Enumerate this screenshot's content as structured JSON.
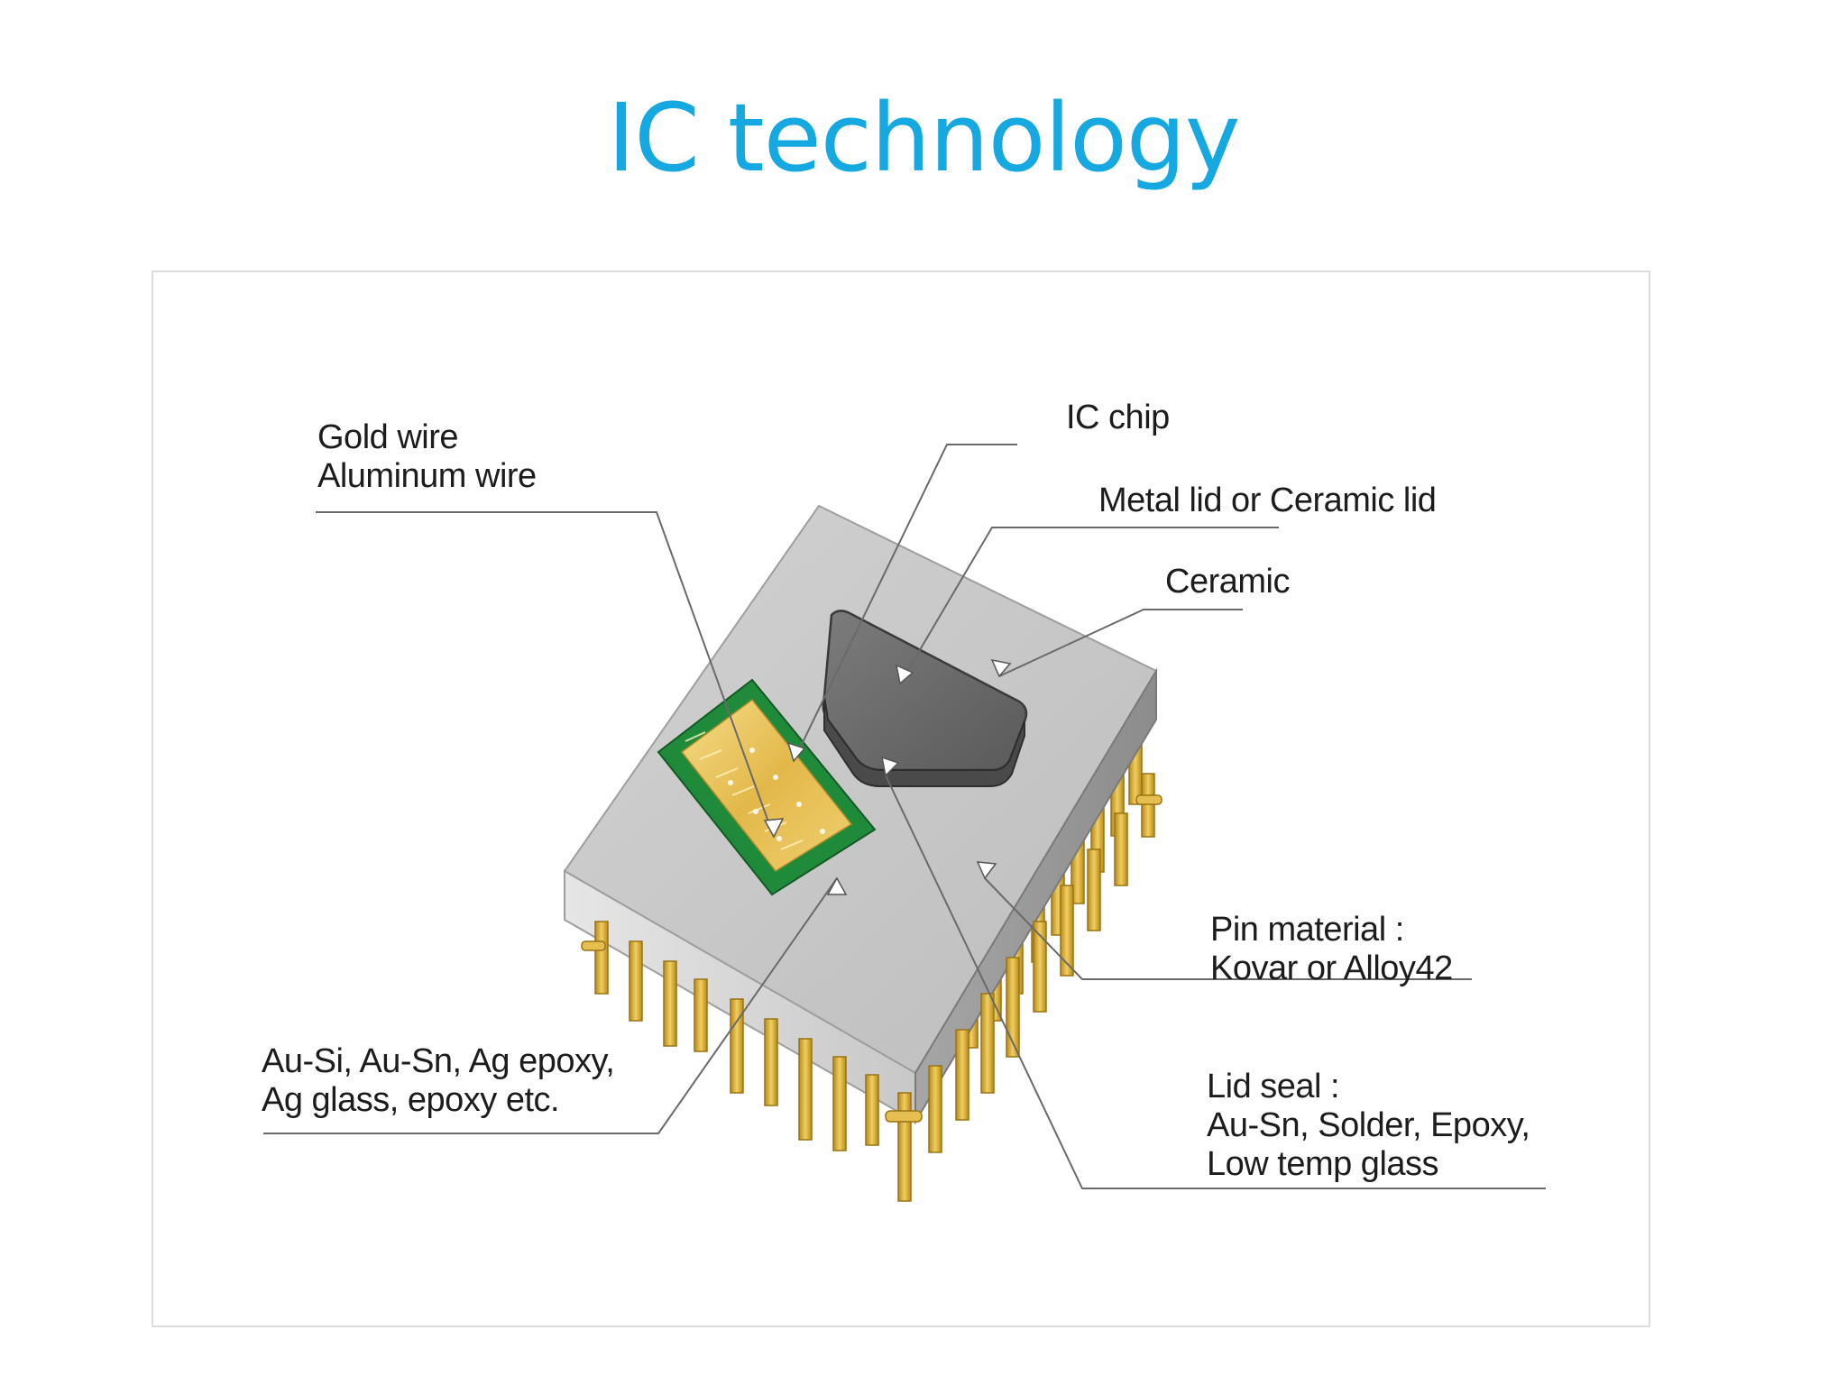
{
  "title": "IC technology",
  "colors": {
    "title": "#16a8e0",
    "ceramic": "#c9c9c9",
    "lid": "#6e6e6e",
    "substrate": "#1f8a3a",
    "chip": "#e8c25a",
    "pins": "#d4a82c"
  },
  "labels": {
    "gold_wire": [
      "Gold wire",
      "Aluminum wire"
    ],
    "ic_chip": [
      "IC chip"
    ],
    "metal_lid": [
      "Metal lid or Ceramic lid"
    ],
    "ceramic": [
      "Ceramic"
    ],
    "pin_material": [
      "Pin material :",
      "Kovar or Alloy42"
    ],
    "die_attach": [
      "Au-Si, Au-Sn, Ag epoxy,",
      "Ag glass, epoxy etc."
    ],
    "lid_seal": [
      "Lid seal :",
      "Au-Sn, Solder, Epoxy,",
      "Low temp glass"
    ]
  }
}
